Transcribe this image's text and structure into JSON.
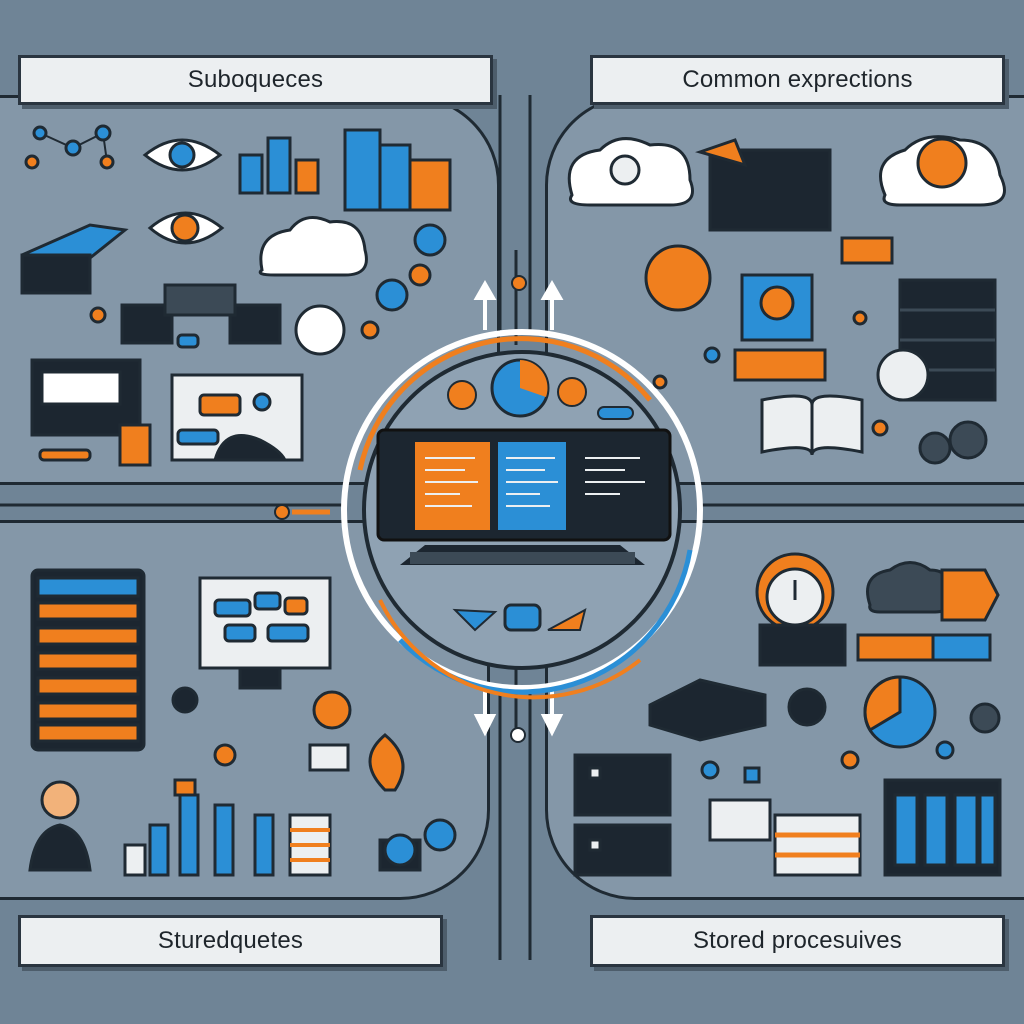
{
  "diagram": {
    "labels": {
      "top_left": "Suboqueces",
      "top_right": "Common exprections",
      "bottom_left": "Sturedquetes",
      "bottom_right": "Stored procesuives"
    }
  },
  "colors": {
    "background": "#6f8496",
    "panel": "#8497a8",
    "outline": "#1f2a33",
    "accent_orange": "#f07f1e",
    "accent_blue": "#2b8fd6",
    "screen_dark": "#1c2630",
    "paper": "#eceff1"
  }
}
